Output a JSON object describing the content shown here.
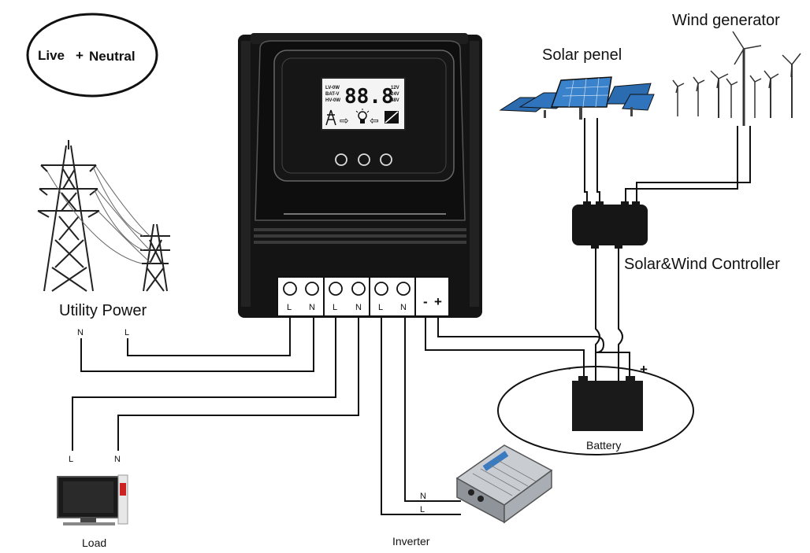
{
  "badge": {
    "live": "Live",
    "plus": "+",
    "neutral": "Neutral"
  },
  "labels": {
    "utility_power": "Utility Power",
    "solar_panel": "Solar penel",
    "wind_generator": "Wind generator",
    "controller": "Solar&Wind Controller",
    "battery": "Battery",
    "load": "Load",
    "inverter": "Inverter"
  },
  "terminals": [
    "L",
    "N",
    "L",
    "N",
    "L",
    "N",
    "-",
    "+"
  ],
  "wire_tags": {
    "utility_n": "N",
    "utility_l": "L",
    "load_l": "L",
    "load_n": "N",
    "inverter_n": "N",
    "inverter_l": "L",
    "battery_minus": "-",
    "battery_plus": "+"
  },
  "lcd": {
    "left_lines": [
      "LV-0W",
      "BAT-V",
      "HV-0W"
    ],
    "digits": "88.8",
    "right_lines": [
      "12V",
      "24V",
      "48V"
    ]
  },
  "icons": [
    "power-tower-icon",
    "arrow-right-icon",
    "bulb-icon",
    "arrow-left-icon",
    "solar-panel-icon"
  ],
  "colors": {
    "ink": "#111111",
    "device_body": "#141414",
    "panel_blue": "#2b6cb0",
    "inverter_silver": "#c9cdd2"
  }
}
